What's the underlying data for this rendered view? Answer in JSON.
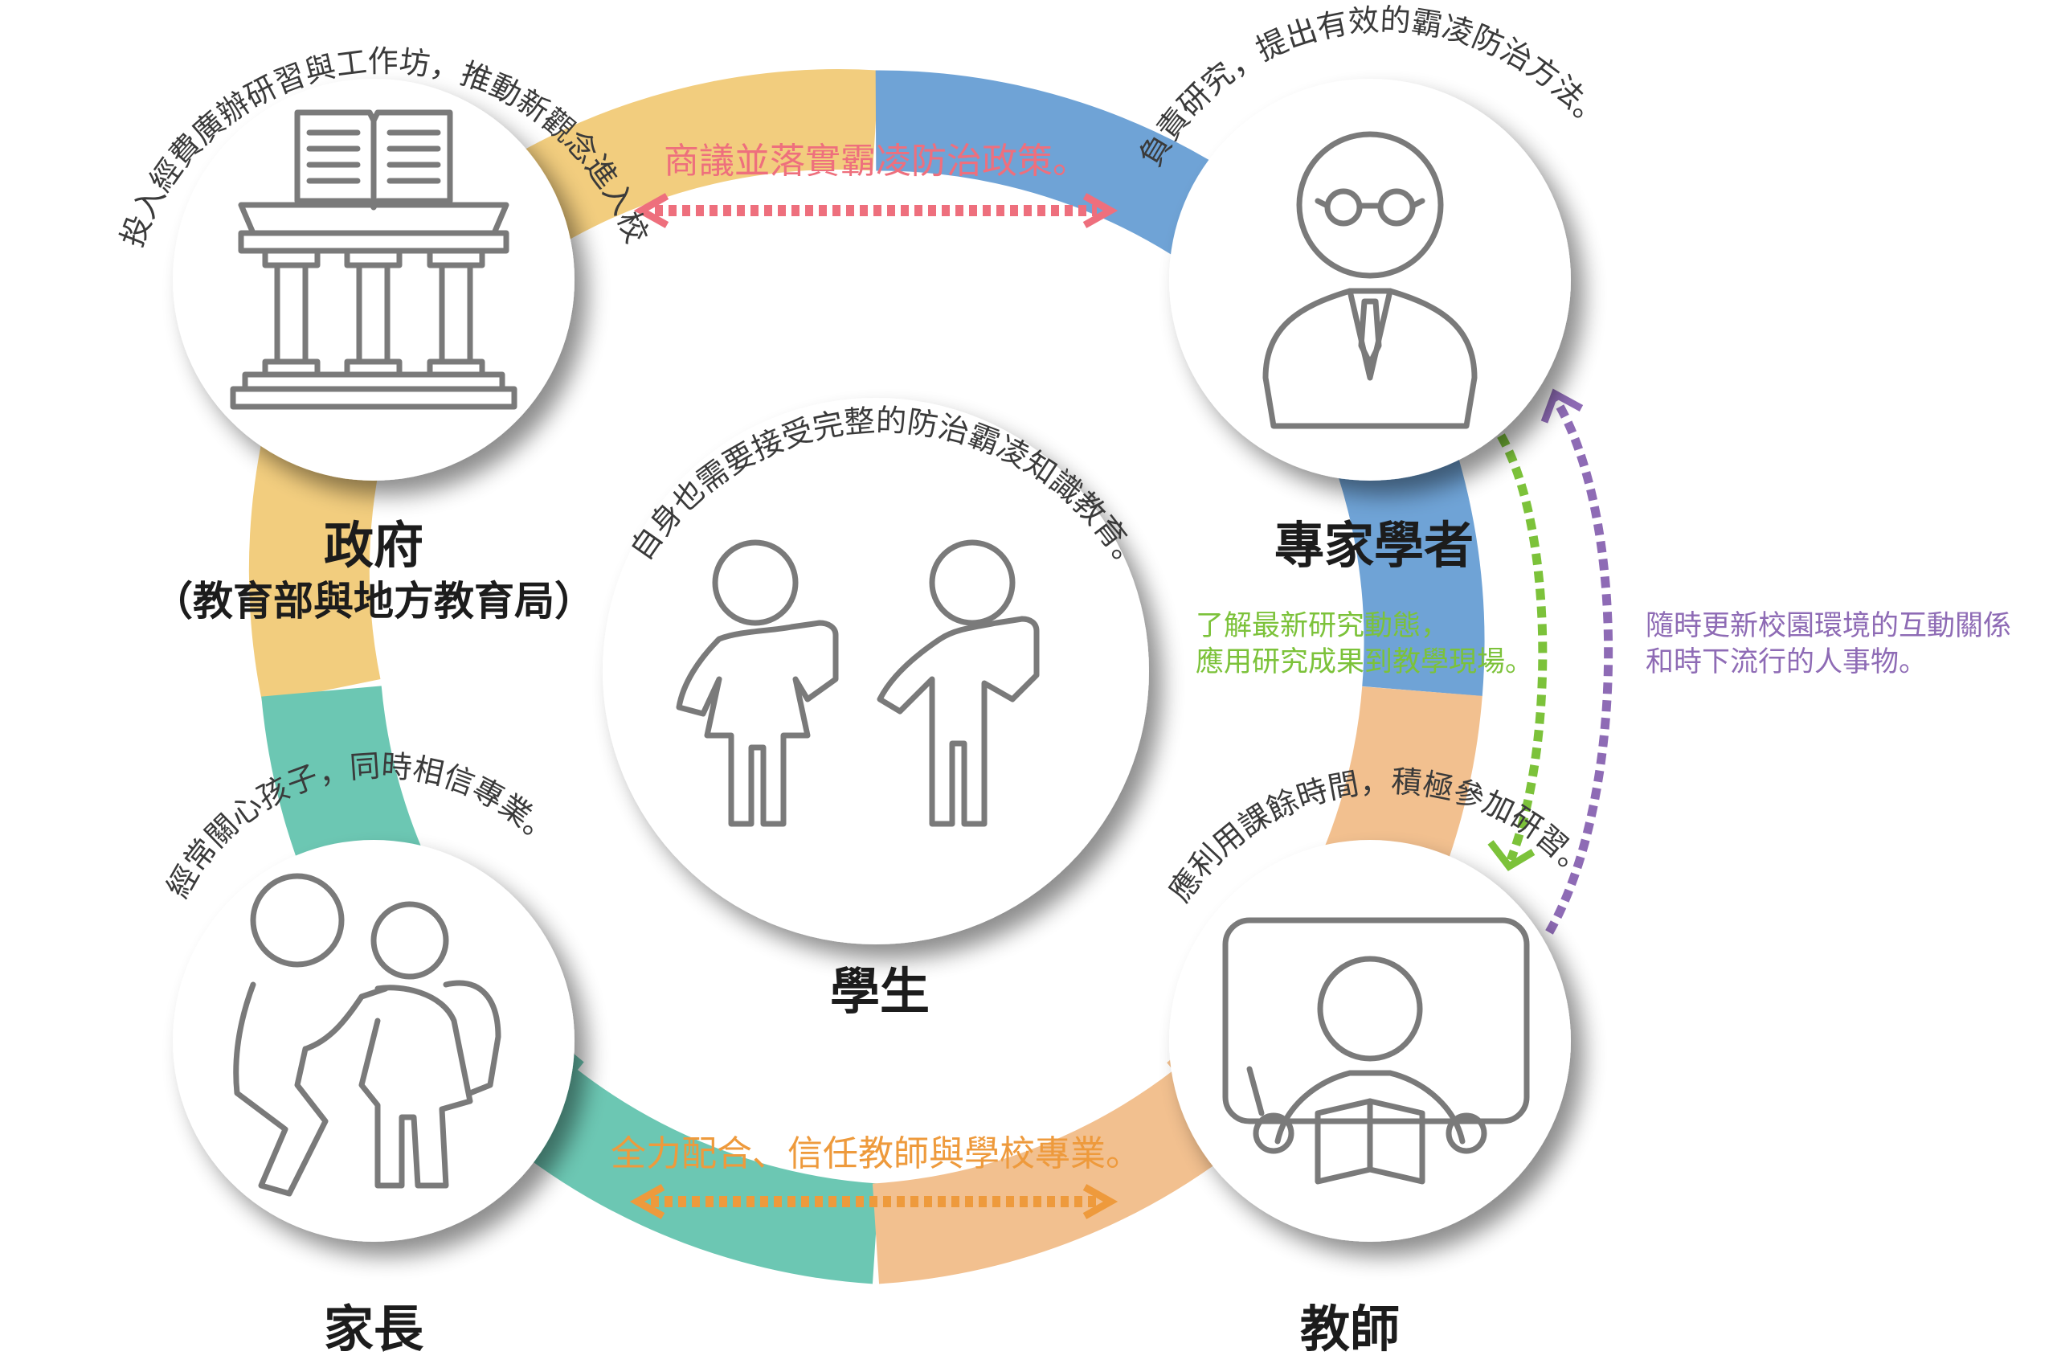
{
  "nodes": {
    "government": {
      "title": "政府",
      "subtitle": "（教育部與地方教育局）",
      "note": "投入經費廣辦研習與工作坊，推動新觀念進入校園。"
    },
    "experts": {
      "title": "專家學者",
      "note": "負責研究，提出有效的霸凌防治方法。"
    },
    "students": {
      "title": "學生",
      "note": "自身也需要接受完整的防治霸凌知識教育。"
    },
    "parents": {
      "title": "家長",
      "note": "經常關心孩子，同時相信專業。"
    },
    "teachers": {
      "title": "教師",
      "note": "應利用課餘時間，積極參加研習。"
    }
  },
  "links": {
    "gov_experts": "商議並落實霸凌防治政策。",
    "parents_teachers": "全力配合、信任教師與學校專業。",
    "experts_to_teachers": [
      "了解最新研究動態，",
      "應用研究成果到教學現場。"
    ],
    "teachers_to_experts": [
      "隨時更新校園環境的互動關係",
      "和時下流行的人事物。"
    ]
  },
  "colors": {
    "ring_yellow": "#f2cd7e",
    "ring_blue": "#6fa3d6",
    "ring_peach": "#f2c08f",
    "ring_teal": "#6cc7b3",
    "pink_text": "#ee6f7d",
    "orange_text": "#ee9a3c",
    "green": "#7cc23a",
    "purple": "#8e6bb5",
    "icon_gray": "#7a7a7a"
  }
}
